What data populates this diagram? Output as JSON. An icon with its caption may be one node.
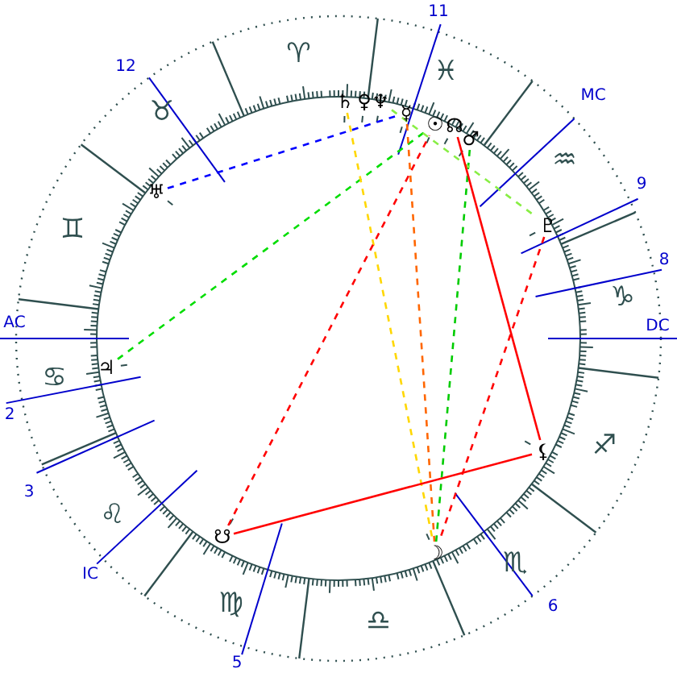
{
  "diagram": {
    "nodes": [
      {
        "text": [
          "♅"
        ]
      },
      {
        "text": [
          "♄"
        ]
      },
      {
        "text": [
          "♀"
        ]
      },
      {
        "text": [
          "♆"
        ]
      },
      {
        "text": [
          "☿"
        ]
      },
      {
        "text": [
          "☉"
        ]
      },
      {
        "text": [
          "☊"
        ]
      },
      {
        "text": [
          "♂"
        ]
      },
      {
        "text": [
          "♇"
        ]
      },
      {
        "text": [
          "♃"
        ]
      },
      {
        "text": [
          "⚸"
        ]
      },
      {
        "text": [
          "☽"
        ]
      },
      {
        "text": [
          "☋"
        ]
      }
    ],
    "edges": [
      {
        "from": 0,
        "to": 4,
        "arrow": "none",
        "style": "dashed",
        "color": "#0000ff"
      },
      {
        "from": 9,
        "to": 5,
        "arrow": "none",
        "style": "dashed",
        "color": "#00dd00"
      },
      {
        "from": 1,
        "to": 11,
        "arrow": "none",
        "style": "dashed",
        "color": "#ffd700"
      },
      {
        "from": 4,
        "to": 11,
        "arrow": "none",
        "style": "dashed",
        "color": "#ff6600"
      },
      {
        "from": 7,
        "to": 11,
        "arrow": "none",
        "style": "dashed",
        "color": "#00cc00"
      },
      {
        "from": 3,
        "to": 8,
        "arrow": "none",
        "style": "dashed",
        "color": "#88ee44"
      },
      {
        "from": 6,
        "to": 10,
        "arrow": "none",
        "color": "#ff0000"
      },
      {
        "from": 10,
        "to": 12,
        "arrow": "none",
        "color": "#ff0000"
      },
      {
        "from": 12,
        "to": 5,
        "arrow": "none",
        "style": "dashed",
        "color": "#ff0000"
      },
      {
        "from": 8,
        "to": 11,
        "arrow": "none",
        "style": "dashed",
        "color": "#ff0000"
      }
    ],
    "labels": [
      "♈",
      "♉",
      "♊",
      "♋",
      "♌",
      "♍",
      "♎",
      "♏",
      "♐",
      "♑",
      "♒",
      "♓",
      "11",
      "12",
      "MC",
      "9",
      "8",
      "DC",
      "AC",
      "2",
      "3",
      "IC",
      "5",
      "6"
    ]
  }
}
